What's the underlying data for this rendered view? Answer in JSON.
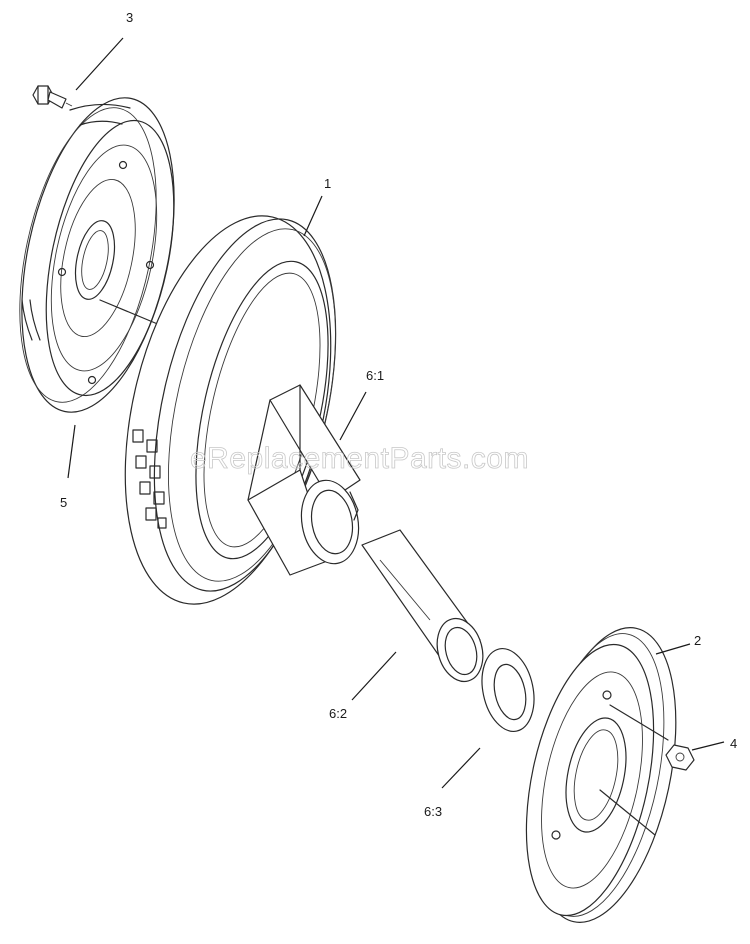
{
  "watermark": "eReplacementParts.com",
  "callouts": {
    "c1": "1",
    "c2": "2",
    "c3": "3",
    "c4": "4",
    "c5": "5",
    "c61": "6:1",
    "c62": "6:2",
    "c63": "6:3"
  }
}
